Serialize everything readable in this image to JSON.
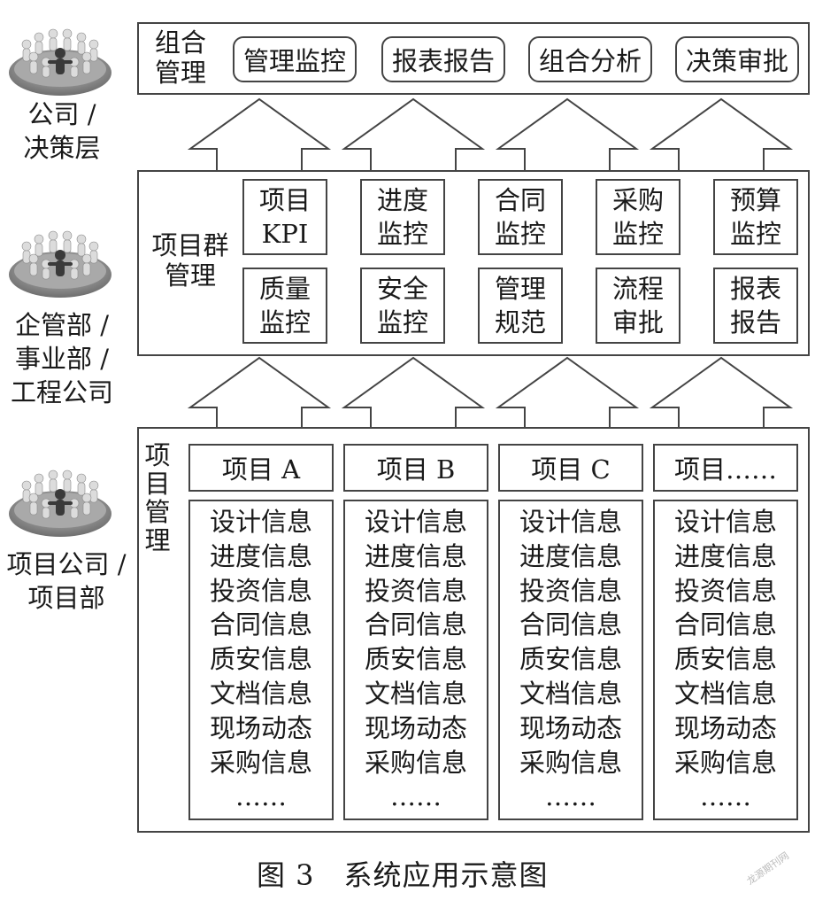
{
  "roles": [
    {
      "line1": "公司 /",
      "line2": "决策层"
    },
    {
      "line1": "企管部 /",
      "line2": "事业部 /",
      "line3": "工程公司"
    },
    {
      "line1": "项目公司 /",
      "line2": "项目部"
    }
  ],
  "top_panel": {
    "title_line1": "组合",
    "title_line2": "管理",
    "items": [
      "管理监控",
      "报表报告",
      "组合分析",
      "决策审批"
    ]
  },
  "mid_panel": {
    "title_line1": "项目群",
    "title_line2": "管理",
    "items": [
      {
        "line1": "项目",
        "line2": "KPI"
      },
      {
        "line1": "进度",
        "line2": "监控"
      },
      {
        "line1": "合同",
        "line2": "监控"
      },
      {
        "line1": "采购",
        "line2": "监控"
      },
      {
        "line1": "预算",
        "line2": "监控"
      },
      {
        "line1": "质量",
        "line2": "监控"
      },
      {
        "line1": "安全",
        "line2": "监控"
      },
      {
        "line1": "管理",
        "line2": "规范"
      },
      {
        "line1": "流程",
        "line2": "审批"
      },
      {
        "line1": "报表",
        "line2": "报告"
      }
    ]
  },
  "bottom_panel": {
    "title_chars": [
      "项",
      "目",
      "管",
      "理"
    ],
    "projects": [
      {
        "name": "项目 A",
        "info": [
          "设计信息",
          "进度信息",
          "投资信息",
          "合同信息",
          "质安信息",
          "文档信息",
          "现场动态",
          "采购信息",
          "……"
        ]
      },
      {
        "name": "项目 B",
        "info": [
          "设计信息",
          "进度信息",
          "投资信息",
          "合同信息",
          "质安信息",
          "文档信息",
          "现场动态",
          "采购信息",
          "……"
        ]
      },
      {
        "name": "项目 C",
        "info": [
          "设计信息",
          "进度信息",
          "投资信息",
          "合同信息",
          "质安信息",
          "文档信息",
          "现场动态",
          "采购信息",
          "……"
        ]
      },
      {
        "name": "项目……",
        "info": [
          "设计信息",
          "进度信息",
          "投资信息",
          "合同信息",
          "质安信息",
          "文档信息",
          "现场动态",
          "采购信息",
          "……"
        ]
      }
    ]
  },
  "caption": "图 3　系统应用示意图",
  "watermark": "龙源期刊网",
  "icons": {
    "role_icon": "people-circle-icon",
    "arrow": "up-arrow-icon"
  }
}
